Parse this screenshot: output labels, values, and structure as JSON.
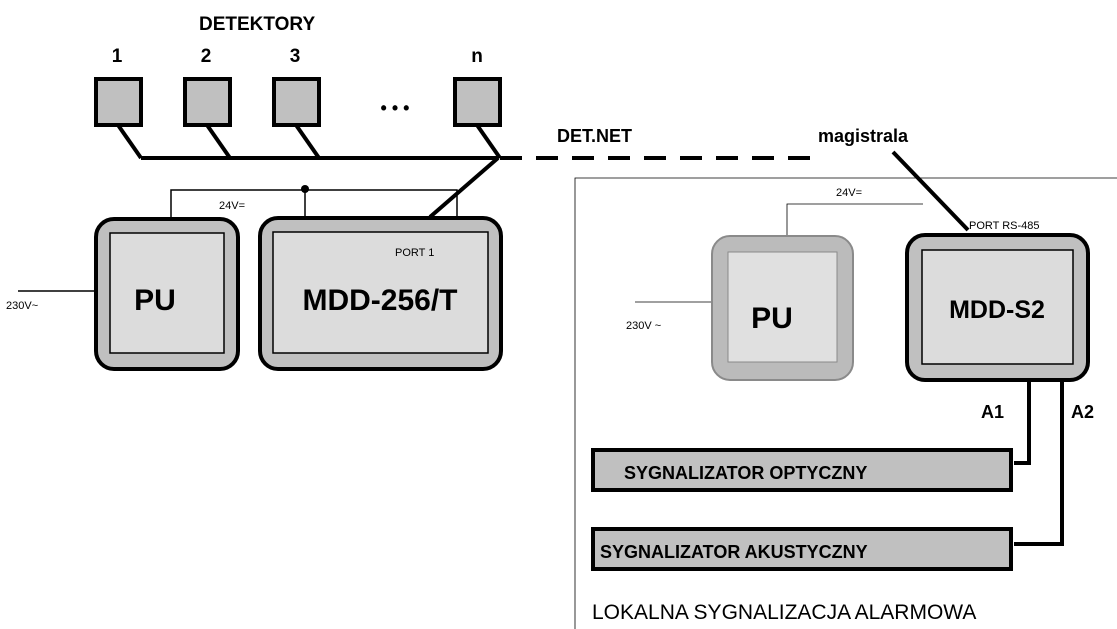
{
  "detectors": {
    "title": "DETEKTORY",
    "labels": [
      "1",
      "2",
      "3",
      "n"
    ],
    "ellipsis": "• • •"
  },
  "bus": {
    "det_net_label": "DET.NET",
    "magistrala_label": "magistrala"
  },
  "left_system": {
    "power_unit_label": "PU",
    "mains_label": "230V~",
    "supply_label": "24V=",
    "controller_label": "MDD-256/T",
    "controller_port_label": "PORT 1"
  },
  "right_system": {
    "power_unit_label": "PU",
    "mains_label": "230V ~",
    "supply_label": "24V=",
    "controller_label": "MDD-S2",
    "controller_port_label": "PORT RS-485",
    "output_a1_label": "A1",
    "output_a2_label": "A2",
    "optical_signaller_label": "SYGNALIZATOR OPTYCZNY",
    "acoustic_signaller_label": "SYGNALIZATOR AKUSTYCZNY",
    "panel_caption": "LOKALNA SYGNALIZACJA ALARMOWA"
  },
  "colors": {
    "device_gray": "#c0c0c0",
    "light_gray": "#dcdcdc",
    "line": "#000000"
  }
}
